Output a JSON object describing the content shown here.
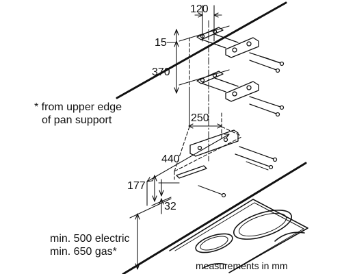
{
  "dimensions": {
    "d120": "120",
    "d15": "15",
    "d370": "370",
    "d250": "250",
    "d440": "440",
    "d177": "177",
    "d32": "32"
  },
  "notes": {
    "pan_support_line1": "* from upper edge",
    "pan_support_line2": "of pan support",
    "min_electric": "min. 500 electric",
    "min_gas": "min. 650 gas*"
  },
  "units_label": "measurements in mm",
  "colors": {
    "line": "#111111",
    "background": "#ffffff"
  }
}
